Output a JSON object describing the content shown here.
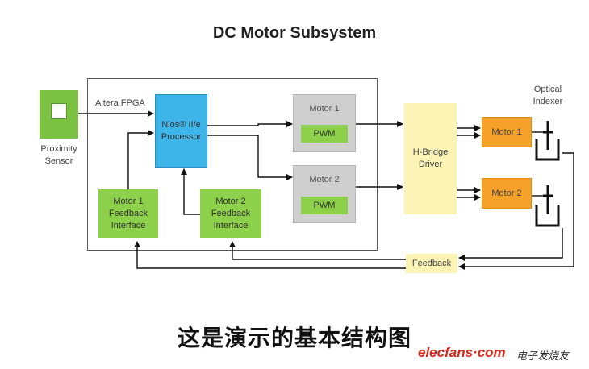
{
  "title": "DC Motor Subsystem",
  "fpga_label": "Altera FPGA",
  "proximity_sensor": "Proximity Sensor",
  "processor": {
    "line1": "Nios® II/e",
    "line2": "Processor"
  },
  "motor_controllers": [
    {
      "label": "Motor 1",
      "pwm": "PWM"
    },
    {
      "label": "Motor 2",
      "pwm": "PWM"
    }
  ],
  "feedback_interfaces": [
    {
      "line1": "Motor 1",
      "line2": "Feedback",
      "line3": "Interface"
    },
    {
      "line1": "Motor 2",
      "line2": "Feedback",
      "line3": "Interface"
    }
  ],
  "hbridge": {
    "line1": "H-Bridge",
    "line2": "Driver"
  },
  "motors": [
    "Motor 1",
    "Motor 2"
  ],
  "optical_indexer": {
    "line1": "Optical",
    "line2": "Indexer"
  },
  "feedback_label": "Feedback",
  "caption": "这是演示的基本结构图",
  "watermark": {
    "logo": "elecfans·com",
    "cn": "电子发烧友"
  },
  "colors": {
    "processor": "#3db5e8",
    "green": "#8cd149",
    "sensor": "#7cc242",
    "grey": "#cfcfcf",
    "yellow": "#fbf4b5",
    "orange": "#f6a12a"
  }
}
